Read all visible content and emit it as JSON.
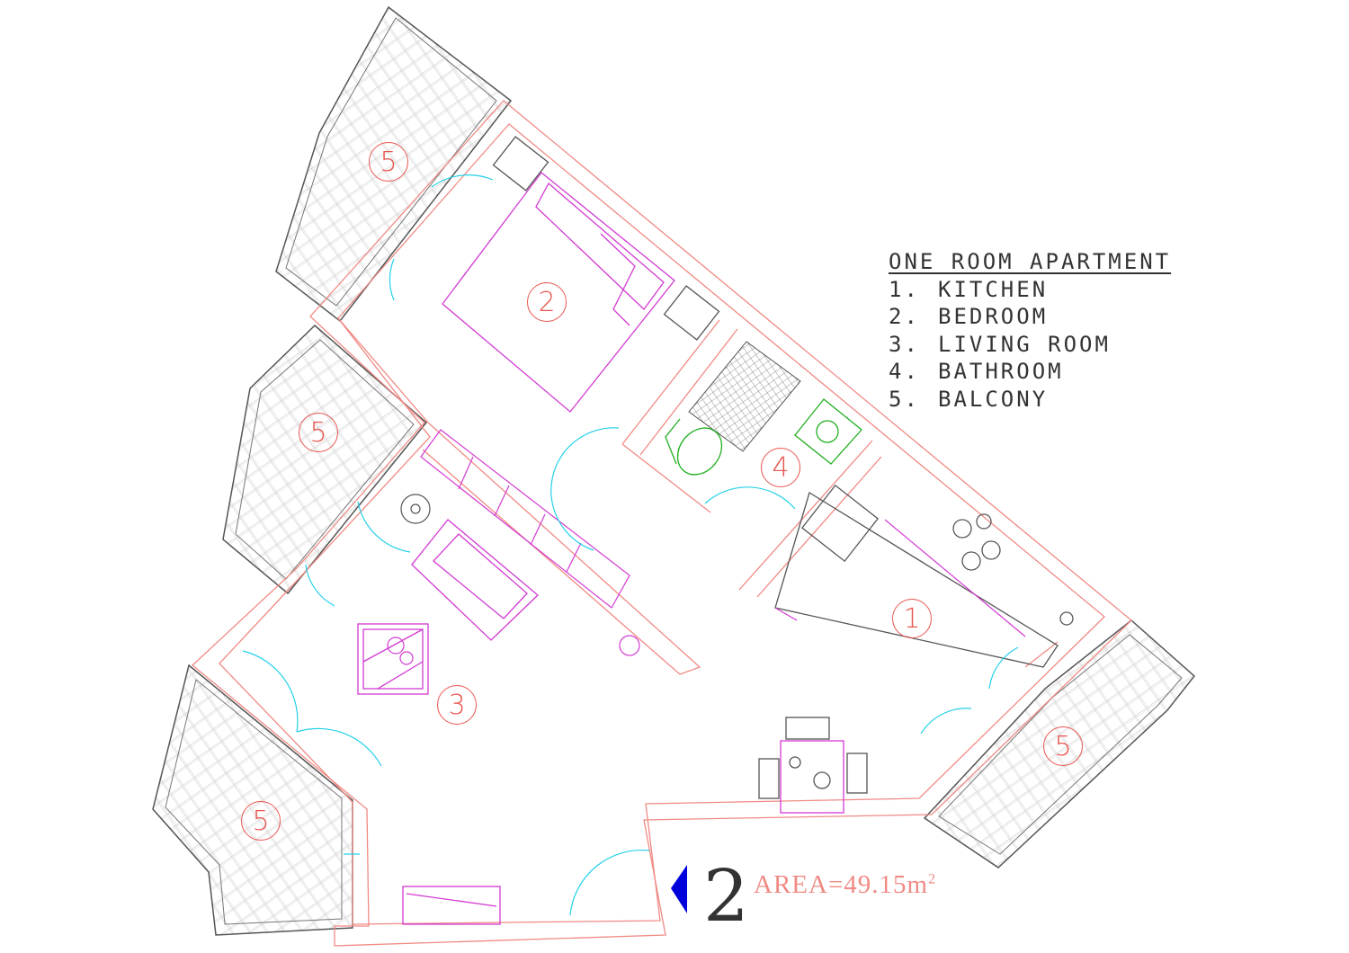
{
  "legend": {
    "title": "ONE ROOM APARTMENT",
    "items": [
      {
        "num": "1.",
        "label": "KITCHEN"
      },
      {
        "num": "2.",
        "label": "BEDROOM"
      },
      {
        "num": "3.",
        "label": "LIVING ROOM"
      },
      {
        "num": "4.",
        "label": "BATHROOM"
      },
      {
        "num": "5.",
        "label": "BALCONY"
      }
    ]
  },
  "room_labels": {
    "kitchen": "1",
    "bedroom": "2",
    "living_room": "3",
    "bathroom": "4",
    "balcony_top": "5",
    "balcony_left": "5",
    "balcony_bottom_left": "5",
    "balcony_right": "5"
  },
  "sheet": {
    "number": "2",
    "area_label": "AREA=49.15m",
    "area_unit_exp": "2"
  },
  "colors": {
    "wall": "#f08a84",
    "balcony_outline": "#555555",
    "furniture": "#d23ad2",
    "doors": "#25d0e8",
    "sanitary": "#20b020",
    "room_label": "#e8564f",
    "entrance_arrow": "#0000dd"
  }
}
